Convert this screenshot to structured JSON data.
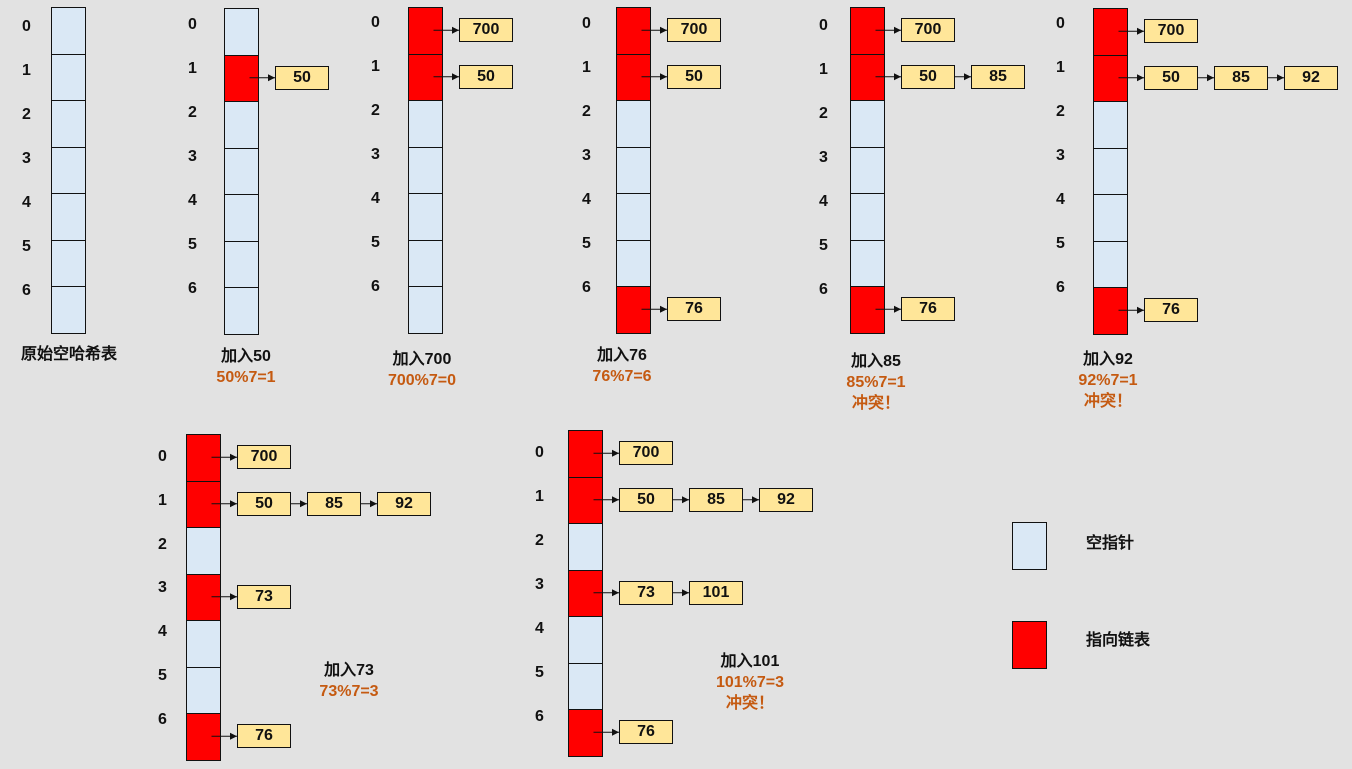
{
  "colors": {
    "empty": "#dae8f5",
    "pointer": "#ff0000",
    "node": "#ffe699",
    "note": "#c55a11"
  },
  "stages": [
    {
      "caption": "原始空哈希表",
      "note1": "",
      "note2": "",
      "buckets": [
        [],
        [],
        [],
        [],
        [],
        [],
        []
      ]
    },
    {
      "caption": "加入50",
      "note1": "50%7=1",
      "note2": "",
      "buckets": [
        [],
        [
          "50"
        ],
        [],
        [],
        [],
        [],
        []
      ]
    },
    {
      "caption": "加入700",
      "note1": "700%7=0",
      "note2": "",
      "buckets": [
        [
          "700"
        ],
        [
          "50"
        ],
        [],
        [],
        [],
        [],
        []
      ]
    },
    {
      "caption": "加入76",
      "note1": "76%7=6",
      "note2": "",
      "buckets": [
        [
          "700"
        ],
        [
          "50"
        ],
        [],
        [],
        [],
        [],
        [
          "76"
        ]
      ]
    },
    {
      "caption": "加入85",
      "note1": "85%7=1",
      "note2": "冲突！",
      "buckets": [
        [
          "700"
        ],
        [
          "50",
          "85"
        ],
        [],
        [],
        [],
        [],
        [
          "76"
        ]
      ]
    },
    {
      "caption": "加入92",
      "note1": "92%7=1",
      "note2": "冲突！",
      "buckets": [
        [
          "700"
        ],
        [
          "50",
          "85",
          "92"
        ],
        [],
        [],
        [],
        [],
        [
          "76"
        ]
      ]
    },
    {
      "caption": "加入73",
      "note1": "73%7=3",
      "note2": "",
      "buckets": [
        [
          "700"
        ],
        [
          "50",
          "85",
          "92"
        ],
        [],
        [
          "73"
        ],
        [],
        [],
        [
          "76"
        ]
      ]
    },
    {
      "caption": "加入101",
      "note1": "101%7=3",
      "note2": "冲突！",
      "buckets": [
        [
          "700"
        ],
        [
          "50",
          "85",
          "92"
        ],
        [],
        [
          "73",
          "101"
        ],
        [],
        [],
        [
          "76"
        ]
      ]
    }
  ],
  "legend": [
    {
      "label": "空指针",
      "kind": "empty"
    },
    {
      "label": "指向链表",
      "kind": "pointer"
    }
  ]
}
